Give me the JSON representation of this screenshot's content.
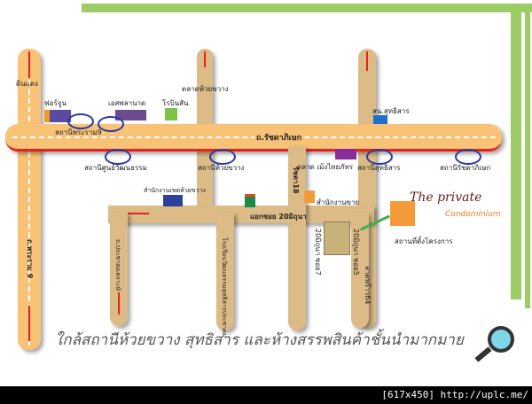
{
  "landmarks": {
    "din_daeng": "ดินแดง",
    "fortune": "ฟอร์จูน",
    "esplanade": "เอสพลานาด",
    "robinson": "โรบินสัน",
    "huai_khwang_market": "ตลาดห้วยขวาง",
    "police": "สน.สุทธิสาร",
    "meng_thai_market": "ตลาด เม้งไทยภัทร",
    "district_office": "สำนักงานเขตห้วยขวาง",
    "sales_office": "สำนักงานขาย",
    "project_location": "สถานที่ตั้งโครงการ"
  },
  "stations": {
    "rama9": "สถานีพระราม9",
    "culture_centre": "สถานีศูนย์วัฒนธรรม",
    "huai_khwang": "สถานีห้วยขวาง",
    "sutthisan": "สถานีสุทธิสาร",
    "ratchadaphisek": "สถานีรัชดาภิเษก"
  },
  "roads": {
    "ratchadaphisek": "ถ.รัชดาภิเษก",
    "rama9": "ถ.พระราม 9",
    "soi20": "แยกซอย 20มิถุนา",
    "ratchada18": "รัชดา18",
    "pracha": "ถ.ประชาสงเคราะห์",
    "school": "โรงเรียนวัฒนธรรมสุทธิสารประชาคม",
    "soi7": "20มิถุนา ซอย7",
    "soi5": "20มิถุนา ซอย5",
    "ladprao64": "ลาดพร้าว64"
  },
  "logo": {
    "name": "The private",
    "sub": "Condominium"
  },
  "tagline": "ใกล้สถานีห้วยขวาง สุทธิสาร และห้างสรรพสินค้าชั้นนำมากมาย",
  "footer": "[617x450] http://uplc.me/",
  "colors": {
    "main_road": "#f8c277",
    "road": "#dcbb86",
    "accent_green": "#9ccc65",
    "arrow_red": "#e82020"
  }
}
